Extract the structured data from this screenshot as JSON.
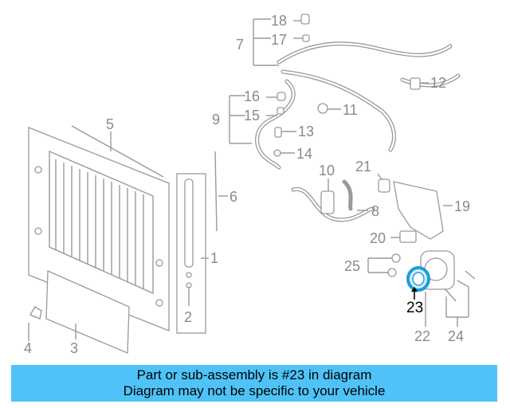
{
  "callouts": {
    "c1": "1",
    "c2": "2",
    "c3": "3",
    "c4": "4",
    "c5": "5",
    "c6": "6",
    "c7": "7",
    "c8": "8",
    "c9": "9",
    "c10": "10",
    "c11": "11",
    "c12": "12",
    "c13": "13",
    "c14": "14",
    "c15": "15",
    "c16": "16",
    "c17": "17",
    "c18": "18",
    "c19": "19",
    "c20": "20",
    "c21": "21",
    "c22": "22",
    "c23": "23",
    "c24": "24",
    "c25": "25"
  },
  "highlight": {
    "part": "23",
    "color": "#1a9fd8"
  },
  "banner": {
    "line1": "Part or sub-assembly is #23 in diagram",
    "line2": "Diagram may not be specific to your vehicle",
    "color": "#4fc3f7"
  }
}
